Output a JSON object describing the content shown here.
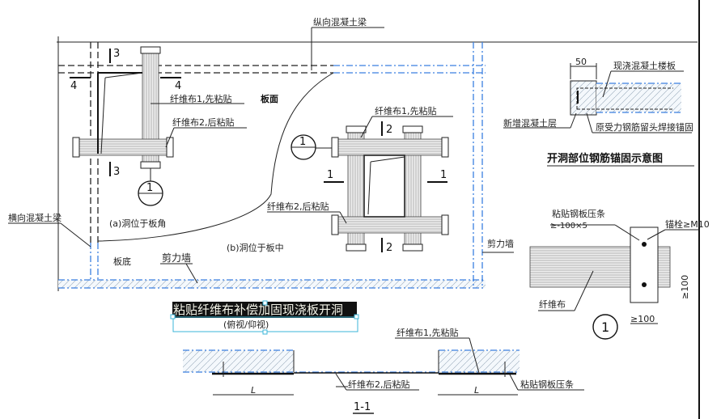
{
  "plan": {
    "longitudinal_beam": "纵向混凝土梁",
    "transverse_beam": "横向混凝土梁",
    "fiber1_first": "纤维布1,先粘贴",
    "fiber2_later": "纤维布2,后粘贴",
    "slab_top": "板面",
    "slab_bottom": "板底",
    "shear_wall": "剪力墙",
    "case_a": "(a)洞位于板角",
    "case_b": "(b)洞位于板中",
    "section_marks": {
      "s1": "1",
      "s2": "2",
      "s3": "3",
      "s4": "4"
    },
    "detail_ref": "1"
  },
  "anchor_detail": {
    "dim": "50",
    "cast_slab": "现浇混凝土楼板",
    "new_concrete": "新增混凝土层",
    "rebar_weld": "原受力钢筋留头焊接锚固",
    "title": "开洞部位钢筋锚固示意图"
  },
  "detail1": {
    "steel_strip": "粘贴钢板压条",
    "steel_strip_size": "≥-100×5",
    "anchor_bolt": "锚栓≥M10",
    "fiber": "纤维布",
    "width_dim": "≥100",
    "height_dim": "≥100",
    "label": "1"
  },
  "main_title": {
    "title": "粘贴纤维布补偿加固现浇板开洞",
    "subtitle": "(俯视/仰视)"
  },
  "section": {
    "fiber1_first": "纤维布1,先粘贴",
    "fiber2_later": "纤维布2,后粘贴",
    "steel_strip": "粘贴钢板压条",
    "len_left": "L",
    "len_right": "L",
    "title": "1-1"
  }
}
